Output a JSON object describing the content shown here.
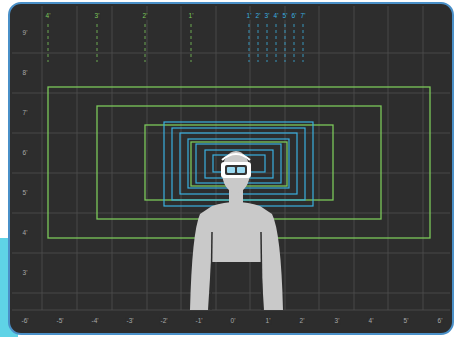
{
  "diagram": {
    "labels": [
      "4'",
      "3'",
      "2'",
      "1'",
      "1'",
      "2'",
      "3'",
      "4'",
      "5'",
      "6'",
      "7'",
      "9'",
      "8'",
      "7'",
      "6'",
      "5'",
      "4'",
      "3'",
      "-6'",
      "-5'",
      "-4'",
      "-3'",
      "-2'",
      "-1'",
      "0'",
      "1'",
      "2'",
      "3'",
      "4'",
      "5'",
      "6'"
    ]
  }
}
